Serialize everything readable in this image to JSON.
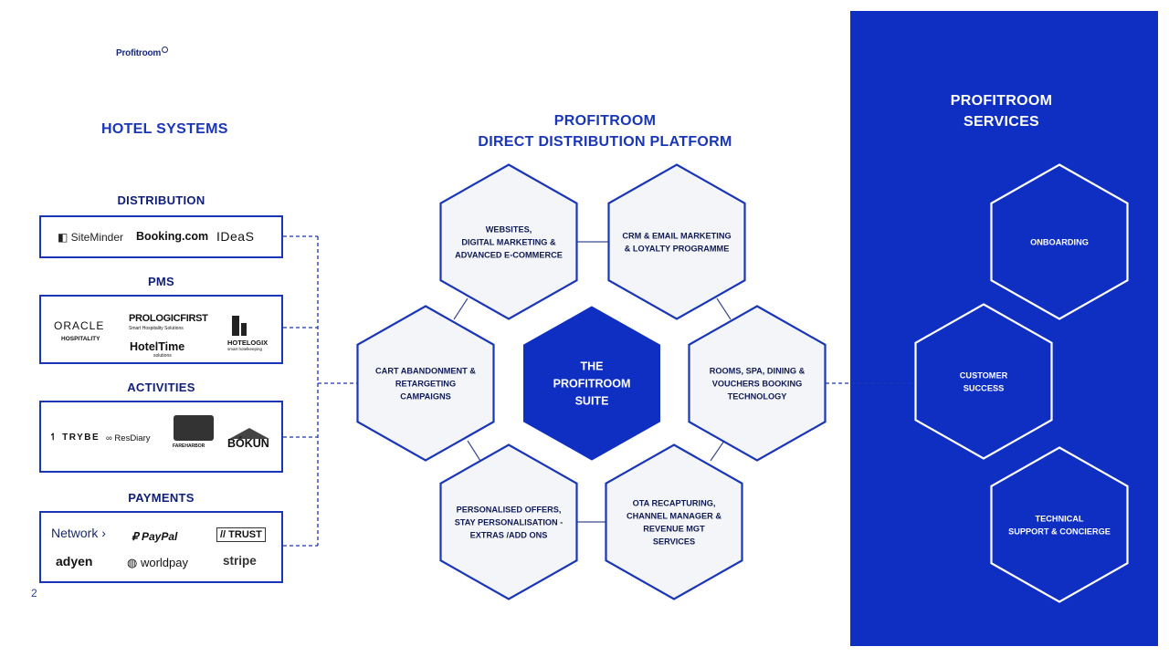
{
  "logo": {
    "text": "Profitroom"
  },
  "page_number": "2",
  "hotel_systems": {
    "title": "HOTEL SYSTEMS",
    "groups": [
      {
        "label": "DISTRIBUTION",
        "brands": [
          "SiteMinder",
          "Booking.com",
          "IDeaS"
        ]
      },
      {
        "label": "PMS",
        "brands": [
          "ORACLE",
          "HOSPITALITY",
          "PROLOGICFIRST",
          "Smart Hospitality Solutions",
          "HotelTime",
          "solutions",
          "HOTELOGIX",
          "smart hotelkeeping"
        ]
      },
      {
        "label": "ACTIVITIES",
        "brands": [
          "TRYBE",
          "ResDiary",
          "FAREHARBOR",
          "BÓKUN"
        ]
      },
      {
        "label": "PAYMENTS",
        "brands": [
          "Network",
          "PayPal",
          "TRUST",
          "adyen",
          "worldpay",
          "stripe"
        ]
      }
    ]
  },
  "platform": {
    "title_line1": "PROFITROOM",
    "title_line2": "DIRECT DISTRIBUTION PLATFORM",
    "center": [
      "THE",
      "PROFITROOM",
      "SUITE"
    ],
    "hexes": [
      {
        "lines": [
          "WEBSITES,",
          "DIGITAL MARKETING &",
          "ADVANCED E-COMMERCE"
        ]
      },
      {
        "lines": [
          "CRM & EMAIL MARKETING",
          "& LOYALTY PROGRAMME"
        ]
      },
      {
        "lines": [
          "CART ABANDONMENT &",
          "RETARGETING",
          "CAMPAIGNS"
        ]
      },
      {
        "lines": [
          "ROOMS, SPA,  DINING &",
          "VOUCHERS BOOKING",
          "TECHNOLOGY"
        ]
      },
      {
        "lines": [
          "PERSONALISED OFFERS,",
          "STAY PERSONALISATION -",
          "EXTRAS /ADD ONS"
        ]
      },
      {
        "lines": [
          "OTA RECAPTURING,",
          "CHANNEL MANAGER &",
          "REVENUE MGT",
          "SERVICES"
        ]
      }
    ]
  },
  "services": {
    "title_line1": "PROFITROOM",
    "title_line2": "SERVICES",
    "hexes": [
      {
        "lines": [
          "ONBOARDING"
        ]
      },
      {
        "lines": [
          "CUSTOMER",
          "SUCCESS"
        ]
      },
      {
        "lines": [
          "TECHNICAL",
          "SUPPORT & CONCIERGE"
        ]
      }
    ]
  },
  "colors": {
    "brand_blue": "#1a36b8",
    "panel_blue": "#0f2fc2",
    "hex_fill": "#f4f5f8"
  }
}
